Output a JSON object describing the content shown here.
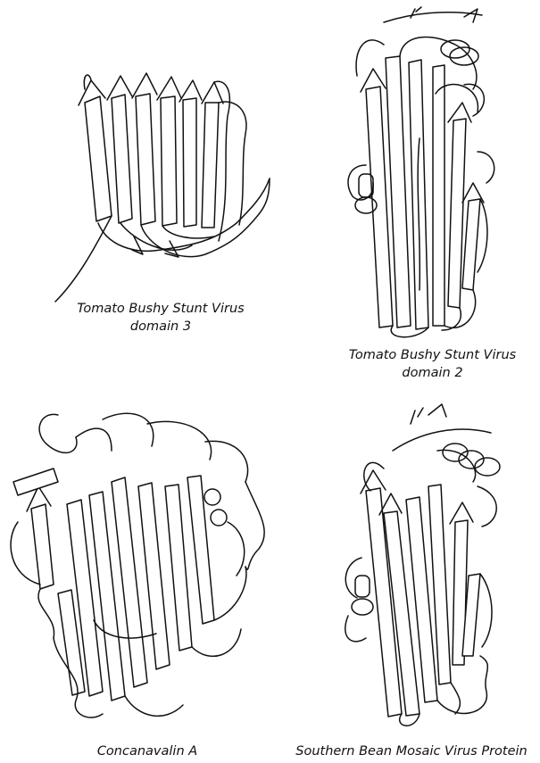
{
  "panels": [
    {
      "id": "tbsv3",
      "caption_lines": [
        "Tomato Bushy Stunt Virus",
        "domain 3"
      ]
    },
    {
      "id": "tbsv2",
      "caption_lines": [
        "Tomato Bushy Stunt Virus",
        "domain 2"
      ]
    },
    {
      "id": "cona",
      "caption_lines": [
        "Concanavalin A"
      ]
    },
    {
      "id": "sbmv",
      "caption_lines": [
        "Southern Bean Mosaic Virus Protein"
      ]
    }
  ]
}
